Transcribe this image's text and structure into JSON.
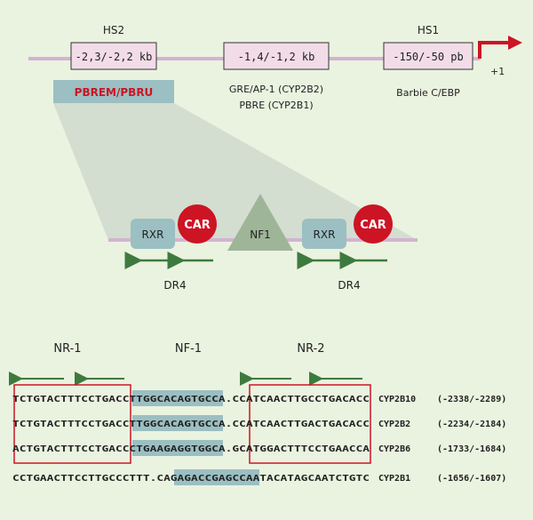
{
  "top_map": {
    "hs2": {
      "title": "HS2",
      "range": "-2,3/-2,2 kb"
    },
    "middle": {
      "range": "-1,4/-1,2 kb",
      "note_line1": "GRE/AP-1 (CYP2B2)",
      "note_line2": "PBRE (CYP2B1)"
    },
    "hs1": {
      "title": "HS1",
      "range": "-150/-50 pb",
      "note": "Barbie  C/EBP"
    },
    "tss": "+1",
    "pbrem": "PBREM/PBRU"
  },
  "module": {
    "rxr": "RXR",
    "car": "CAR",
    "nf1": "NF1",
    "dr4": "DR4",
    "colors": {
      "car": "#cc1424",
      "rxr": "#9bbfc2",
      "nf1": "#9fb598",
      "arrow": "#3e7a3e",
      "line": "#d3b3d3"
    }
  },
  "alignment": {
    "headers": {
      "nr1": "NR-1",
      "nf1": "NF-1",
      "nr2": "NR-2"
    },
    "rows": [
      {
        "seq": "TCTGTACTTTCCTGACCTTGGCACAGTGCCA.CCATCAACTTGCCTGACACC",
        "gene": "CYP2B10",
        "pos": "(-2338/-2289)"
      },
      {
        "seq": "TCTGTACTTTCCTGACCTTGGCACAGTGCCA.CCATCAACTTGACTGACACC",
        "gene": "CYP2B2",
        "pos": "(-2234/-2184)"
      },
      {
        "seq": "ACTGTACTTTCCTGACCCTGAAGAGGTGGCA.GCATGGACTTTCCTGAACCA",
        "gene": "CYP2B6",
        "pos": "(-1733/-1684)"
      },
      {
        "seq": "CCTGAACTTCCTTGCCCTTT.CAGAGACCGAGCCAATACATAGCAATCTGTC",
        "gene": "CYP2B1",
        "pos": "(-1656/-1607)"
      }
    ]
  }
}
